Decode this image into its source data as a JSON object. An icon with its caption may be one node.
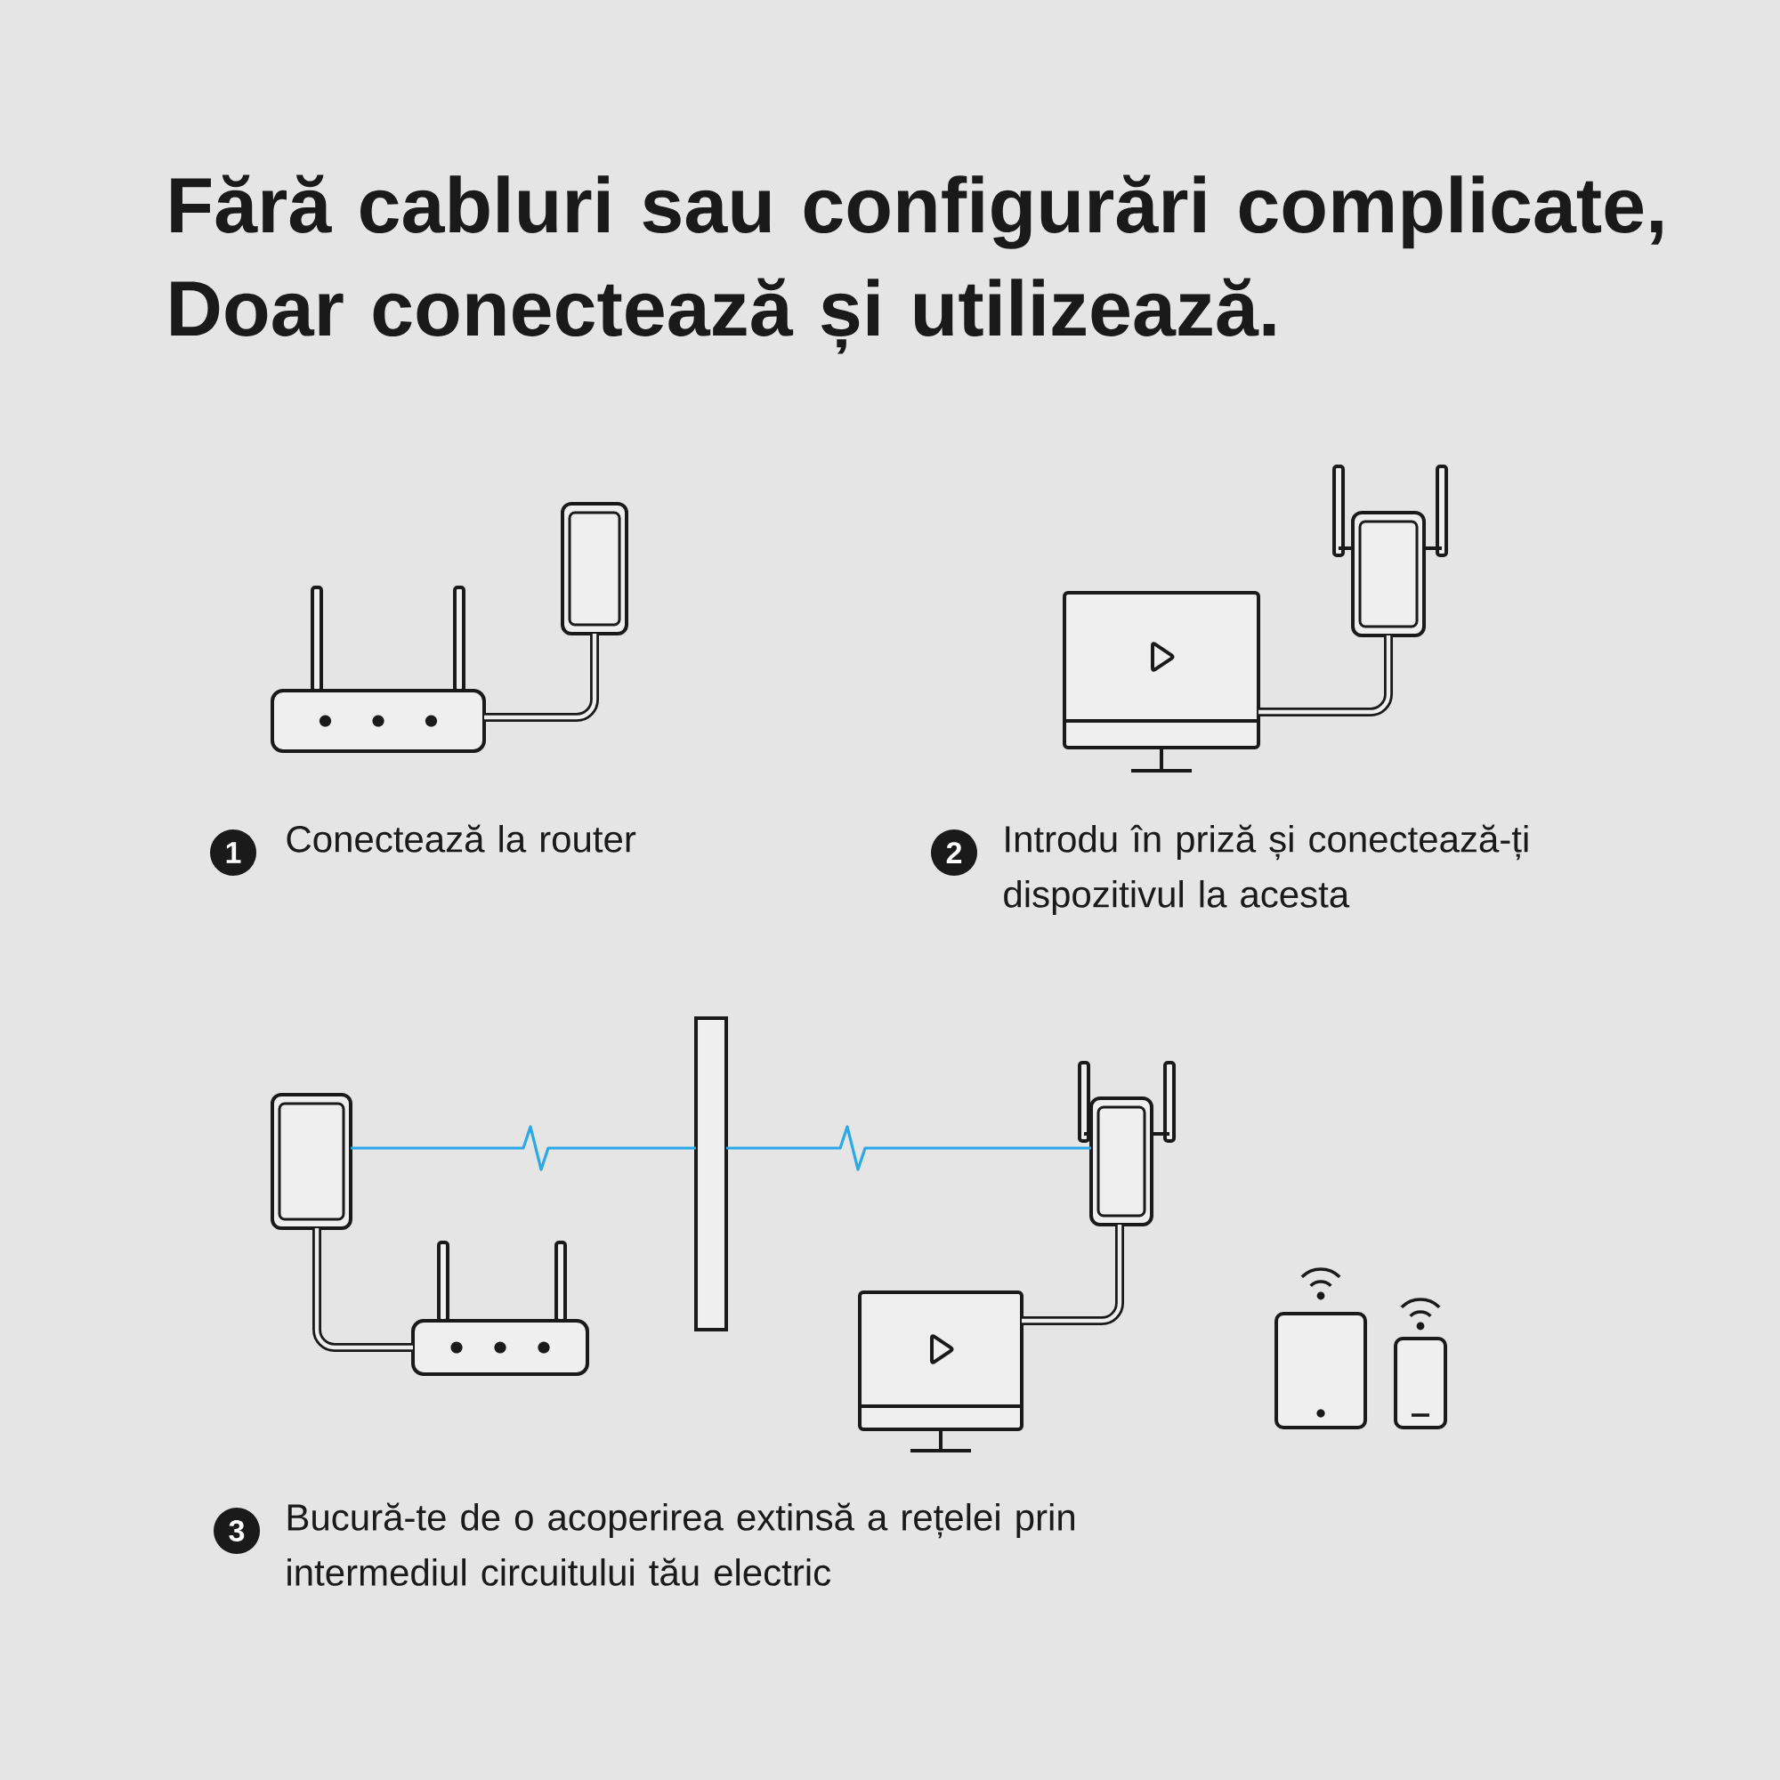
{
  "diagram": {
    "title": "Fără cabluri sau configurări complicate, Doar conectează și utilizează.",
    "nodes": [
      {
        "text": [],
        "shape": "picture"
      },
      {
        "text": [],
        "shape": "picture"
      },
      {
        "text": [],
        "shape": "picture"
      },
      {
        "text": [],
        "shape": "picture"
      },
      {
        "text": [],
        "shape": "picture"
      },
      {
        "text": [],
        "shape": "bar"
      },
      {
        "text": [],
        "shape": "picture"
      },
      {
        "text": [],
        "shape": "picture"
      },
      {
        "text": [],
        "shape": "picture"
      },
      {
        "text": [],
        "shape": "picture"
      },
      {
        "text": [],
        "shape": "picture"
      }
    ],
    "edges": [
      {
        "from": 0,
        "to": 1,
        "arrow": "none"
      },
      {
        "from": 2,
        "to": 3,
        "arrow": "none"
      },
      {
        "from": 4,
        "to": 7,
        "arrow": "none"
      },
      {
        "from": 4,
        "to": 5,
        "arrow": "none",
        "color": "#2aa8e8"
      },
      {
        "from": 5,
        "to": 6,
        "arrow": "none",
        "color": "#2aa8e8"
      },
      {
        "from": 6,
        "to": 8,
        "arrow": "none"
      }
    ],
    "labels": [
      "1",
      "Conectează la router",
      "2",
      "Introdu în priză și conectează-ți dispozitivul la acesta",
      "3",
      "Bucură-te de o acoperirea extinsă a rețelei prin intermediul circuitului tău electric"
    ]
  }
}
